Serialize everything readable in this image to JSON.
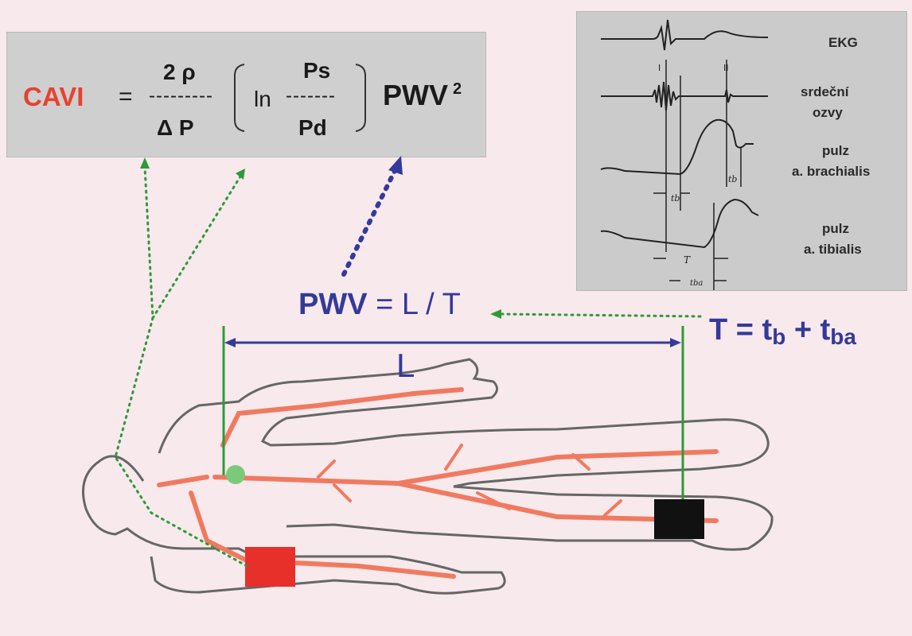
{
  "formula": {
    "cavi": "CAVI",
    "eq": "=",
    "num1": "2 ρ",
    "den1": "Δ P",
    "dashes1": "---------",
    "ln": "ln",
    "num2": "Ps",
    "den2": "Pd",
    "dashes2": "-------",
    "pwv": "PWV",
    "exp": "2"
  },
  "ecg_panel": {
    "labels": [
      "EKG",
      "srdeční",
      "ozvy",
      "pulz",
      "a. brachialis",
      "pulz",
      "a. tibialis"
    ],
    "marker_labels": [
      "I",
      "II"
    ],
    "time_labels": [
      "tb",
      "tb",
      "T",
      "tba"
    ]
  },
  "pwv_equation": {
    "pwv": "PWV",
    "rest": "= L / T"
  },
  "t_equation": {
    "lhs": "T = t",
    "b": "b",
    "plus": " + t",
    "ba": "ba"
  },
  "l_label": "L",
  "colors": {
    "cavi_red": "#e8412f",
    "blue": "#343a9a",
    "green": "#2e9a3a",
    "artery": "#f07a60",
    "outline": "#666666",
    "cuff_red": "#e8302a",
    "cuff_black": "#111111"
  }
}
